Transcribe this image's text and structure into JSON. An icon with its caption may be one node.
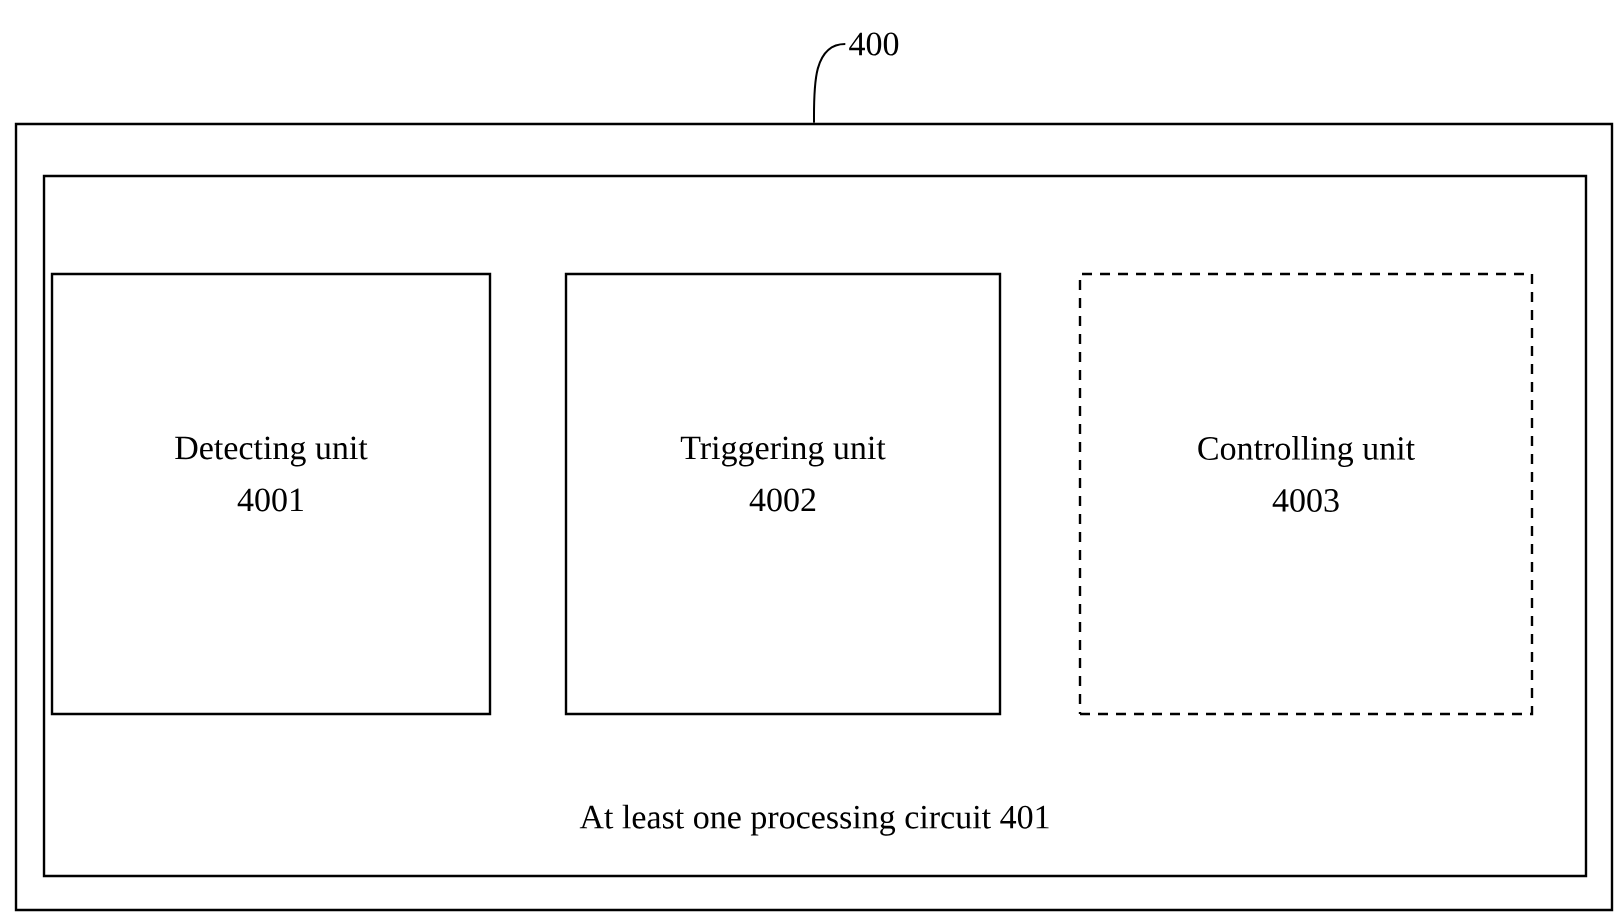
{
  "diagram": {
    "nodes": [
      {
        "text": [],
        "shape": "box"
      },
      {
        "text": [
          "At least one processing circuit 401"
        ],
        "in": 0
      },
      {
        "text": [
          "Detecting unit",
          "4001"
        ],
        "in": 1
      },
      {
        "text": [
          "Triggering unit",
          "4002"
        ],
        "in": 1
      },
      {
        "text": [
          "Controlling unit",
          "4003"
        ],
        "in": 1
      },
      {
        "text": [
          "400"
        ]
      }
    ],
    "edges": [
      {
        "from": 5,
        "to": 0,
        "arrow": "none"
      }
    ]
  }
}
